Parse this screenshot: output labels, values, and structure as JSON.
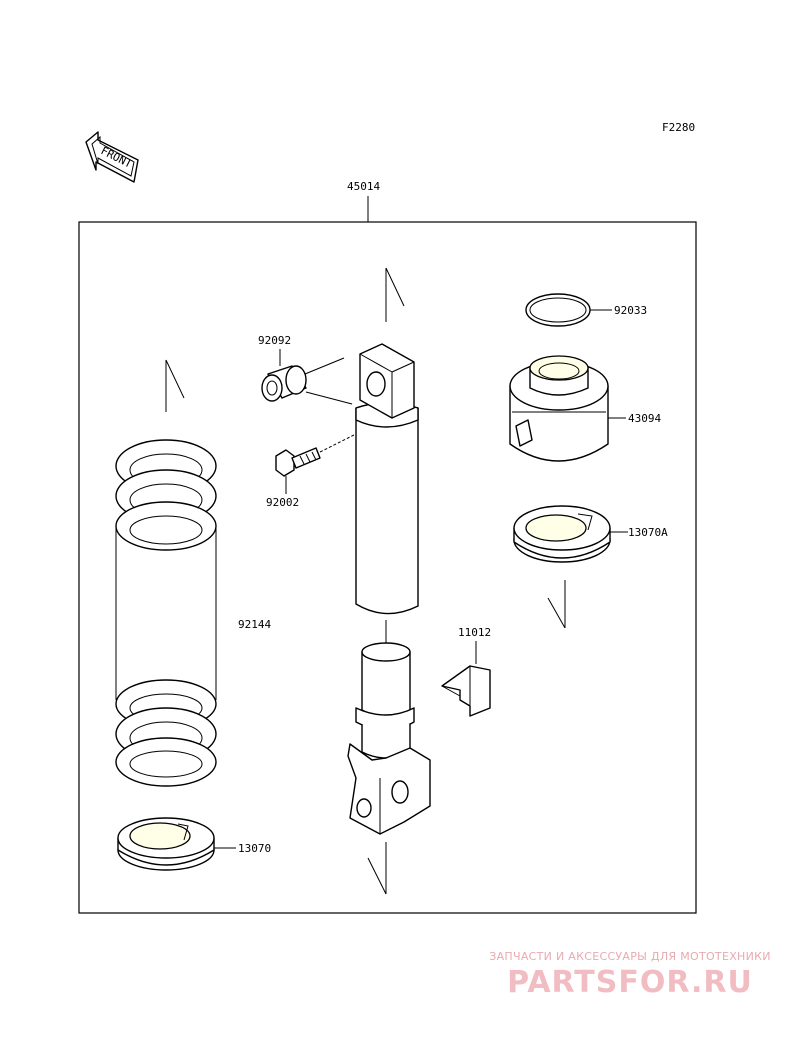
{
  "diagram_code": "F2280",
  "front_label": "FRONT",
  "assembly_label": "45014",
  "parts": {
    "p92092": "92092",
    "p92002": "92002",
    "p92144": "92144",
    "p13070": "13070",
    "p92033": "92033",
    "p43094": "43094",
    "p13070A": "13070A",
    "p11012": "11012"
  },
  "watermark": {
    "tagline": "ЗАПЧАСТИ И АКСЕССУАРЫ ДЛЯ МОТОТЕХНИКИ",
    "logo": "PARTSFOR.RU"
  }
}
